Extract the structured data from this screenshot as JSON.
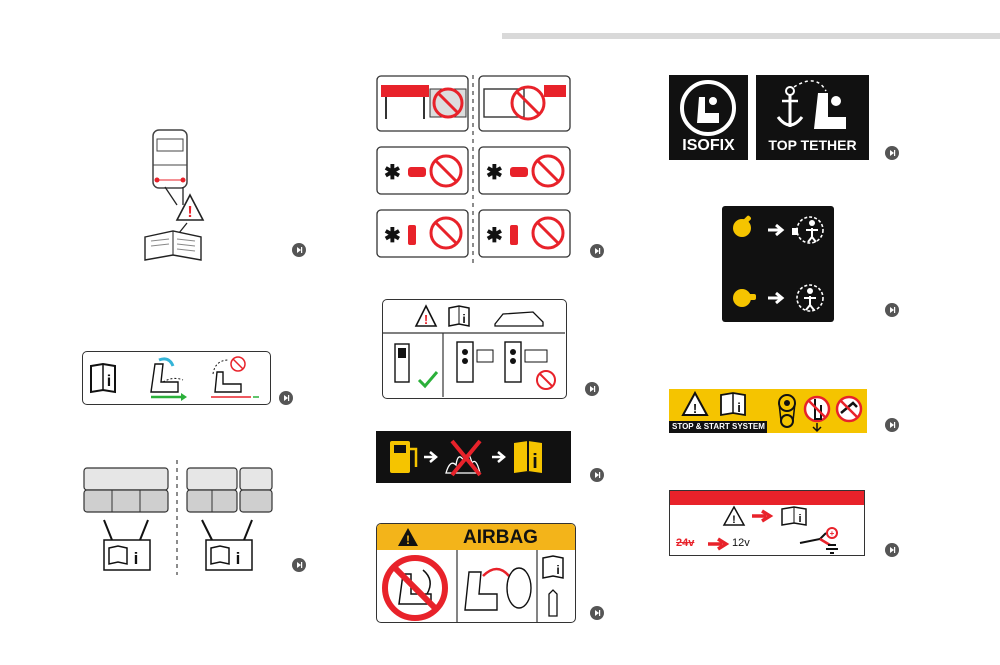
{
  "labels": {
    "isofix": "ISOFIX",
    "top_tether": "TOP TETHER",
    "stop_start": "STOP & START SYSTEM",
    "airbag": "AIRBAG",
    "volt_24": "24v",
    "volt_12": "12v"
  },
  "icons": {
    "info_book": "i",
    "warning": "!"
  },
  "colors": {
    "red": "#e8222a",
    "yellow": "#f5c400",
    "airbag_yellow": "#f3b41a",
    "green": "#2bb03a",
    "cyan": "#35b4d8",
    "black": "#111111"
  }
}
